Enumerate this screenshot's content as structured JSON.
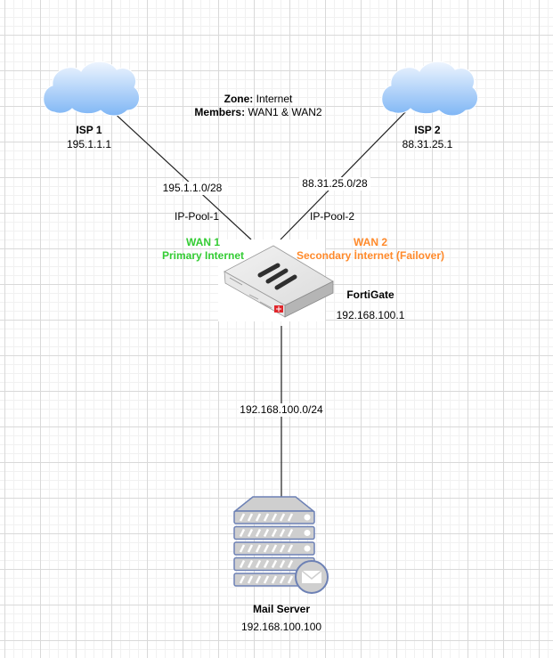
{
  "diagram": {
    "zone": {
      "zone_label": "Zone:",
      "zone_value": "Internet",
      "members_label": "Members:",
      "members_value": "WAN1 & WAN2"
    },
    "nodes": {
      "isp1": {
        "name": "ISP 1",
        "ip": "195.1.1.1",
        "icon": "cloud-icon"
      },
      "isp2": {
        "name": "ISP 2",
        "ip": "88.31.25.1",
        "icon": "cloud-icon"
      },
      "firewall": {
        "name": "FortiGate",
        "ip": "192.168.100.1",
        "icon": "firewall-appliance-icon"
      },
      "mail_server": {
        "name": "Mail Server",
        "ip": "192.168.100.100",
        "icon": "mail-server-icon"
      }
    },
    "links": {
      "isp1_fw": {
        "subnet": "195.1.1.0/28",
        "pool": "IP-Pool-1"
      },
      "isp2_fw": {
        "subnet": "88.31.25.0/28",
        "pool": "IP-Pool-2"
      },
      "fw_mail": {
        "subnet": "192.168.100.0/24"
      }
    },
    "wan1": {
      "title": "WAN 1",
      "role": "Primary Internet",
      "color": "#33cc33"
    },
    "wan2": {
      "title": "WAN 2",
      "role": "Secondary İnternet (Failover)",
      "color": "#ff8a2b"
    }
  }
}
